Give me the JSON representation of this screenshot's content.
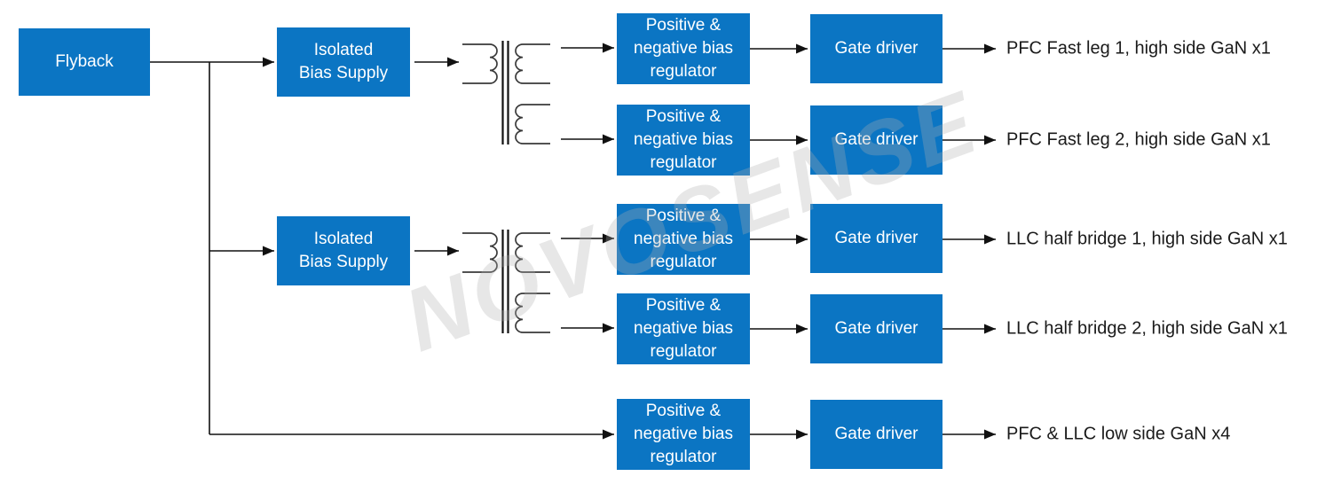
{
  "watermark": "NOVOSENSE",
  "colors": {
    "block_blue": "#0b75c3",
    "block_text": "#ffffff",
    "line_black": "#111111",
    "transformer_stroke": "#3a3a3a",
    "label_text": "#1a1a1a",
    "watermark_gray": "#eaeaea"
  },
  "blocks": {
    "flyback": "Flyback",
    "isolated_bias_supply_lines": [
      "Isolated",
      "Bias Supply"
    ],
    "regulator_lines": [
      "Positive &",
      "negative bias",
      "regulator"
    ],
    "gate_driver": "Gate driver"
  },
  "outputs": [
    "PFC Fast leg 1, high side GaN x1",
    "PFC Fast leg 2, high side GaN x1",
    "LLC half bridge 1, high side GaN x1",
    "LLC half bridge 2, high side GaN x1",
    "PFC & LLC low side GaN x4"
  ]
}
